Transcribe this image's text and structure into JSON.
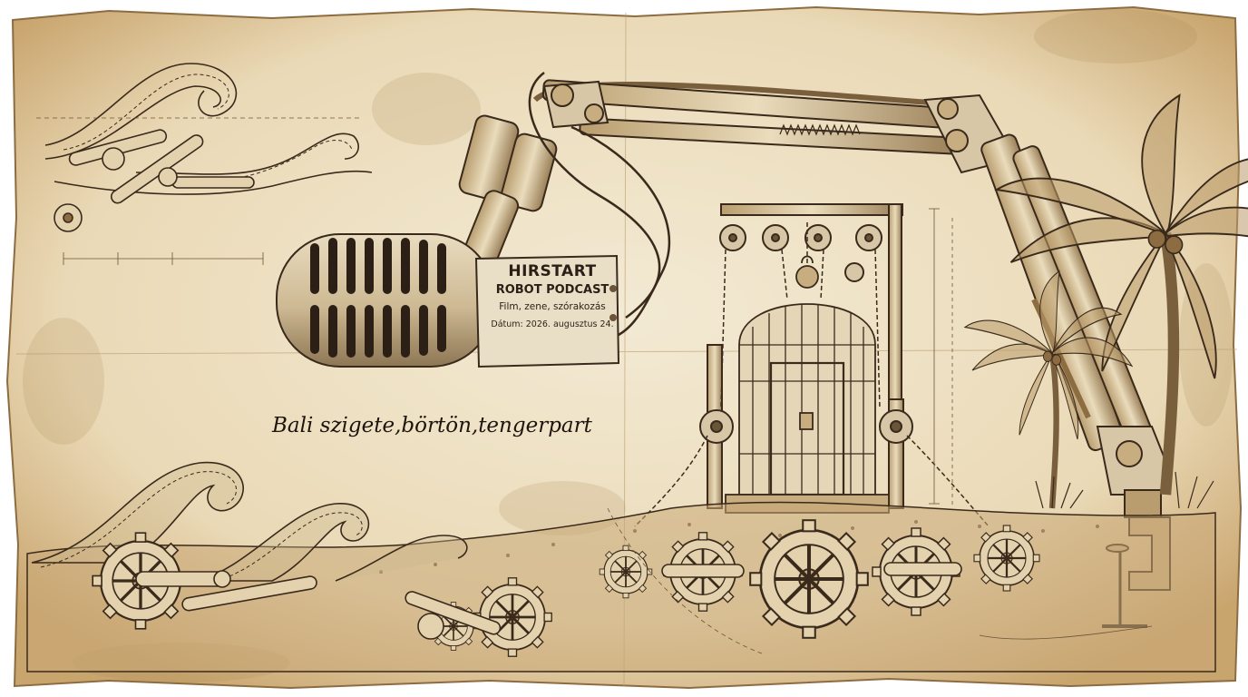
{
  "plate": {
    "title": "HIRSTART",
    "subtitle": "ROBOT PODCAST",
    "tagline": "Film, zene, szórakozás",
    "date": "Dátum: 2026. augusztus 24."
  },
  "caption": "Bali szigete,börtön,tengerpart",
  "colors": {
    "paper": "#efe3c8",
    "paper_stain": "#c9a56e",
    "ink": "#3a2a1c",
    "metal": "#d7c7a6",
    "sand": "#c8a877"
  },
  "icons": [
    "microphone-icon",
    "gear-icon",
    "birdcage-icon",
    "palm-tree-icon",
    "wave-icon",
    "chain-icon",
    "robot-arm-icon",
    "clamp-icon",
    "pulley-icon"
  ]
}
